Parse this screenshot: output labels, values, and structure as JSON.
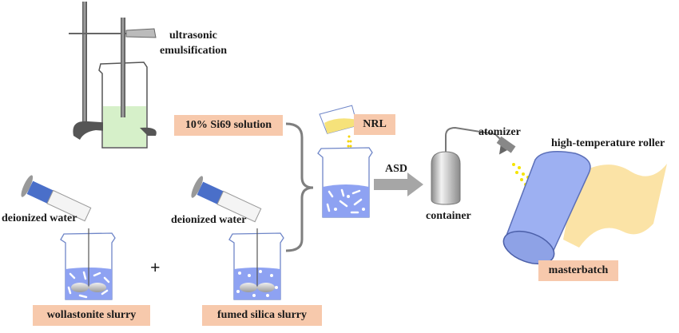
{
  "figure": {
    "type": "process-schematic",
    "labels": {
      "ultrasonic_line1": "ultrasonic",
      "ultrasonic_line2": "emulsification",
      "si69_solution": "10% Si69 solution",
      "nrl": "NRL",
      "deionized_water_1": "deionized water",
      "deionized_water_2": "deionized water",
      "plus": "+",
      "wollastonite_slurry": "wollastonite slurry",
      "fumed_silica_slurry": "fumed silica slurry",
      "asd": "ASD",
      "container": "container",
      "atomizer": "atomizer",
      "roller": "high-temperature roller",
      "masterbatch": "masterbatch"
    },
    "colors": {
      "label_box": "#f7c9ac",
      "slurry_liquid": "#8ea2f2",
      "emulsion_liquid": "#d6f0c9",
      "latex": "#f6e27a",
      "roller": "#9db0f2",
      "film": "#fbe3a6",
      "arrow": "#a6a6a6",
      "brace": "#7f7f7f"
    }
  }
}
